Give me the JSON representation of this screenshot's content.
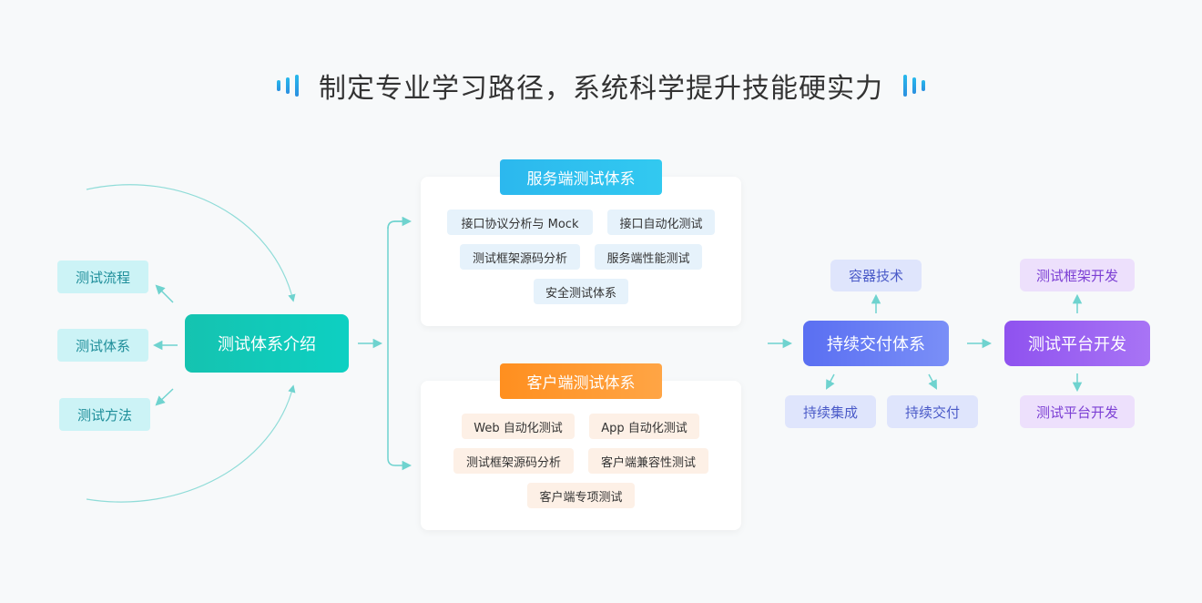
{
  "title": "制定专业学习路径，系统科学提升技能硬实力",
  "intro": {
    "main": "测试体系介绍",
    "items": [
      "测试流程",
      "测试体系",
      "测试方法"
    ]
  },
  "server": {
    "heading": "服务端测试体系",
    "items": [
      "接口协议分析与 Mock",
      "接口自动化测试",
      "测试框架源码分析",
      "服务端性能测试",
      "安全测试体系"
    ]
  },
  "client": {
    "heading": "客户端测试体系",
    "items": [
      "Web 自动化测试",
      "App 自动化测试",
      "测试框架源码分析",
      "客户端兼容性测试",
      "客户端专项测试"
    ]
  },
  "delivery": {
    "main": "持续交付体系",
    "top": "容器技术",
    "bottom_left": "持续集成",
    "bottom_right": "持续交付"
  },
  "platform": {
    "main": "测试平台开发",
    "top": "测试框架开发",
    "bottom": "测试平台开发"
  },
  "colors": {
    "teal": "#16c7b7",
    "line": "#6fd3cf",
    "blue_head": "#2db8ec",
    "orange_head": "#ff9a2e",
    "indigo": "#5b72f2",
    "violet": "#9b5cf0"
  }
}
